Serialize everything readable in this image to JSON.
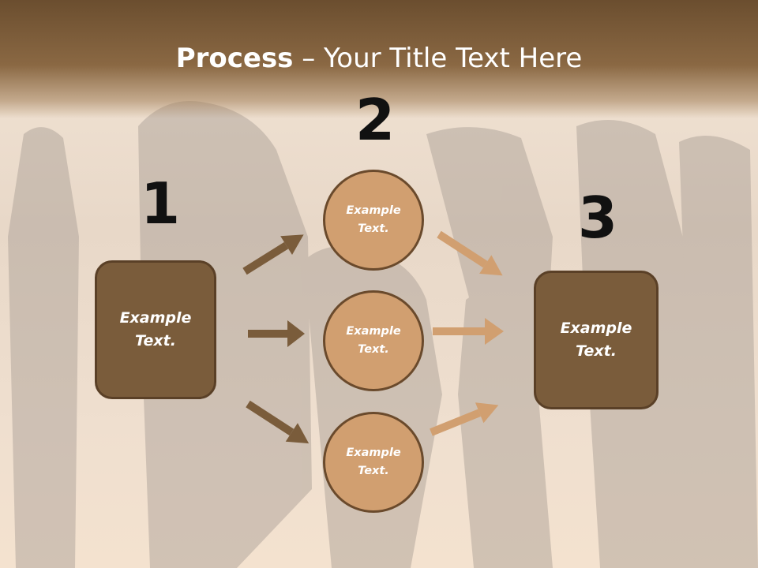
{
  "slide": {
    "title_bold": "Process",
    "title_rest": " – Your Title Text Here",
    "steps": [
      "1",
      "2",
      "3"
    ],
    "left_box": {
      "text": "Example\nText."
    },
    "circles": [
      {
        "text": "Example\nText."
      },
      {
        "text": "Example\nText."
      },
      {
        "text": "Example\nText."
      }
    ],
    "right_box": {
      "text": "Example\nText."
    }
  },
  "colors": {
    "header": "#7a5a38",
    "box_fill": "#7a5c3b",
    "circle_fill": "#d19f70",
    "arrow_dark": "#7a5c3b",
    "arrow_light": "#d19f70"
  }
}
